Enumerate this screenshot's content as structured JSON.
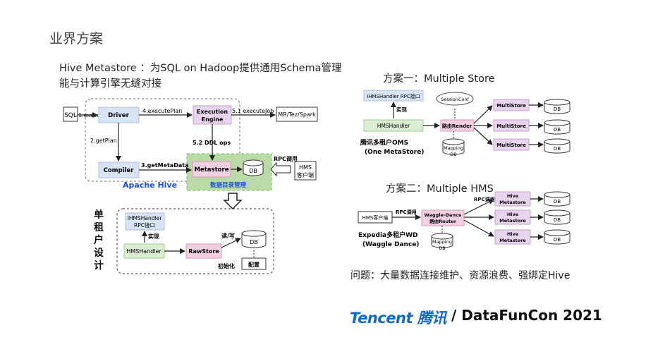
{
  "title": "业界方案",
  "intro": "Hive Metastore ：为SQL on Hadoop提供通用Schema管理能与计算引擎无缝对接",
  "hive": {
    "sql": "SQL",
    "execute": "1.execute",
    "driver": "Driver",
    "execute_plan": "4.executePlan",
    "execution_engine_1": "Execution",
    "execution_engine_2": "Engine",
    "execute_job": "5.1 executeJob",
    "engine_targets": "MR/Tez/Spark",
    "get_plan": "2.getPlan",
    "ddl_ops": "5.2 DDL ops",
    "compiler": "Compiler",
    "get_metadata": "3.getMetaData",
    "metastore": "Metastore",
    "db": "DB",
    "rpc_call": "RPC调用",
    "hms_client_1": "HMS",
    "hms_client_2": "客户端",
    "apache_hive": "Apache Hive",
    "catalog_mgmt": "数据目录管理"
  },
  "single_tenant": {
    "label_chars": [
      "单",
      "租",
      "户",
      "设",
      "计"
    ],
    "ihms_1": "IHMSHandler",
    "ihms_2": "RPC接口",
    "implements": "实现",
    "hmshandler": "HMSHandler",
    "rawstore": "RawStore",
    "read_write": "读/写",
    "db": "DB",
    "init": "初始化",
    "config": "配置"
  },
  "plan1": {
    "heading": "方案一：Multiple Store",
    "ihms": "IHMSHandler RPC接口",
    "implements": "实现",
    "session_conf": "SessionConf",
    "hmshandler": "HMSHandler",
    "router": "路由Render",
    "mapping_1": "Mapping",
    "mapping_2": "DB",
    "multistore": "MultiStore",
    "db": "DB",
    "caption_1": "腾讯多租户OMS",
    "caption_2": "(One MetaStore)"
  },
  "plan2": {
    "heading": "方案二：Multiple HMS",
    "hms_client": "HMS客户端",
    "rpc_call_left": "RPC调用",
    "rpc_call_right": "RPC调用",
    "waggle_1": "Waggle-Dance",
    "waggle_2": "路由Router",
    "mapping_1": "Mapping",
    "mapping_2": "DB",
    "hive_1": "Hive",
    "hive_2": "Metastore",
    "db": "DB",
    "caption_1": "Expedia多租户WD",
    "caption_2": "(Waggle Dance)"
  },
  "question": "问题：大量数据连接维护、资源浪费、强绑定Hive",
  "brand": {
    "tencent": "Tencent 腾讯",
    "datafun": "/ DataFunCon 2021"
  },
  "colors": {
    "blue_box": "#d6e4f5",
    "pink_box": "#f2d0e2",
    "green_box": "#d9eed3",
    "purple_box": "#e8d4ee",
    "green_region": "#b9dca6",
    "apache_blue": "#1f4fd8",
    "brand_blue": "#1468c8"
  }
}
